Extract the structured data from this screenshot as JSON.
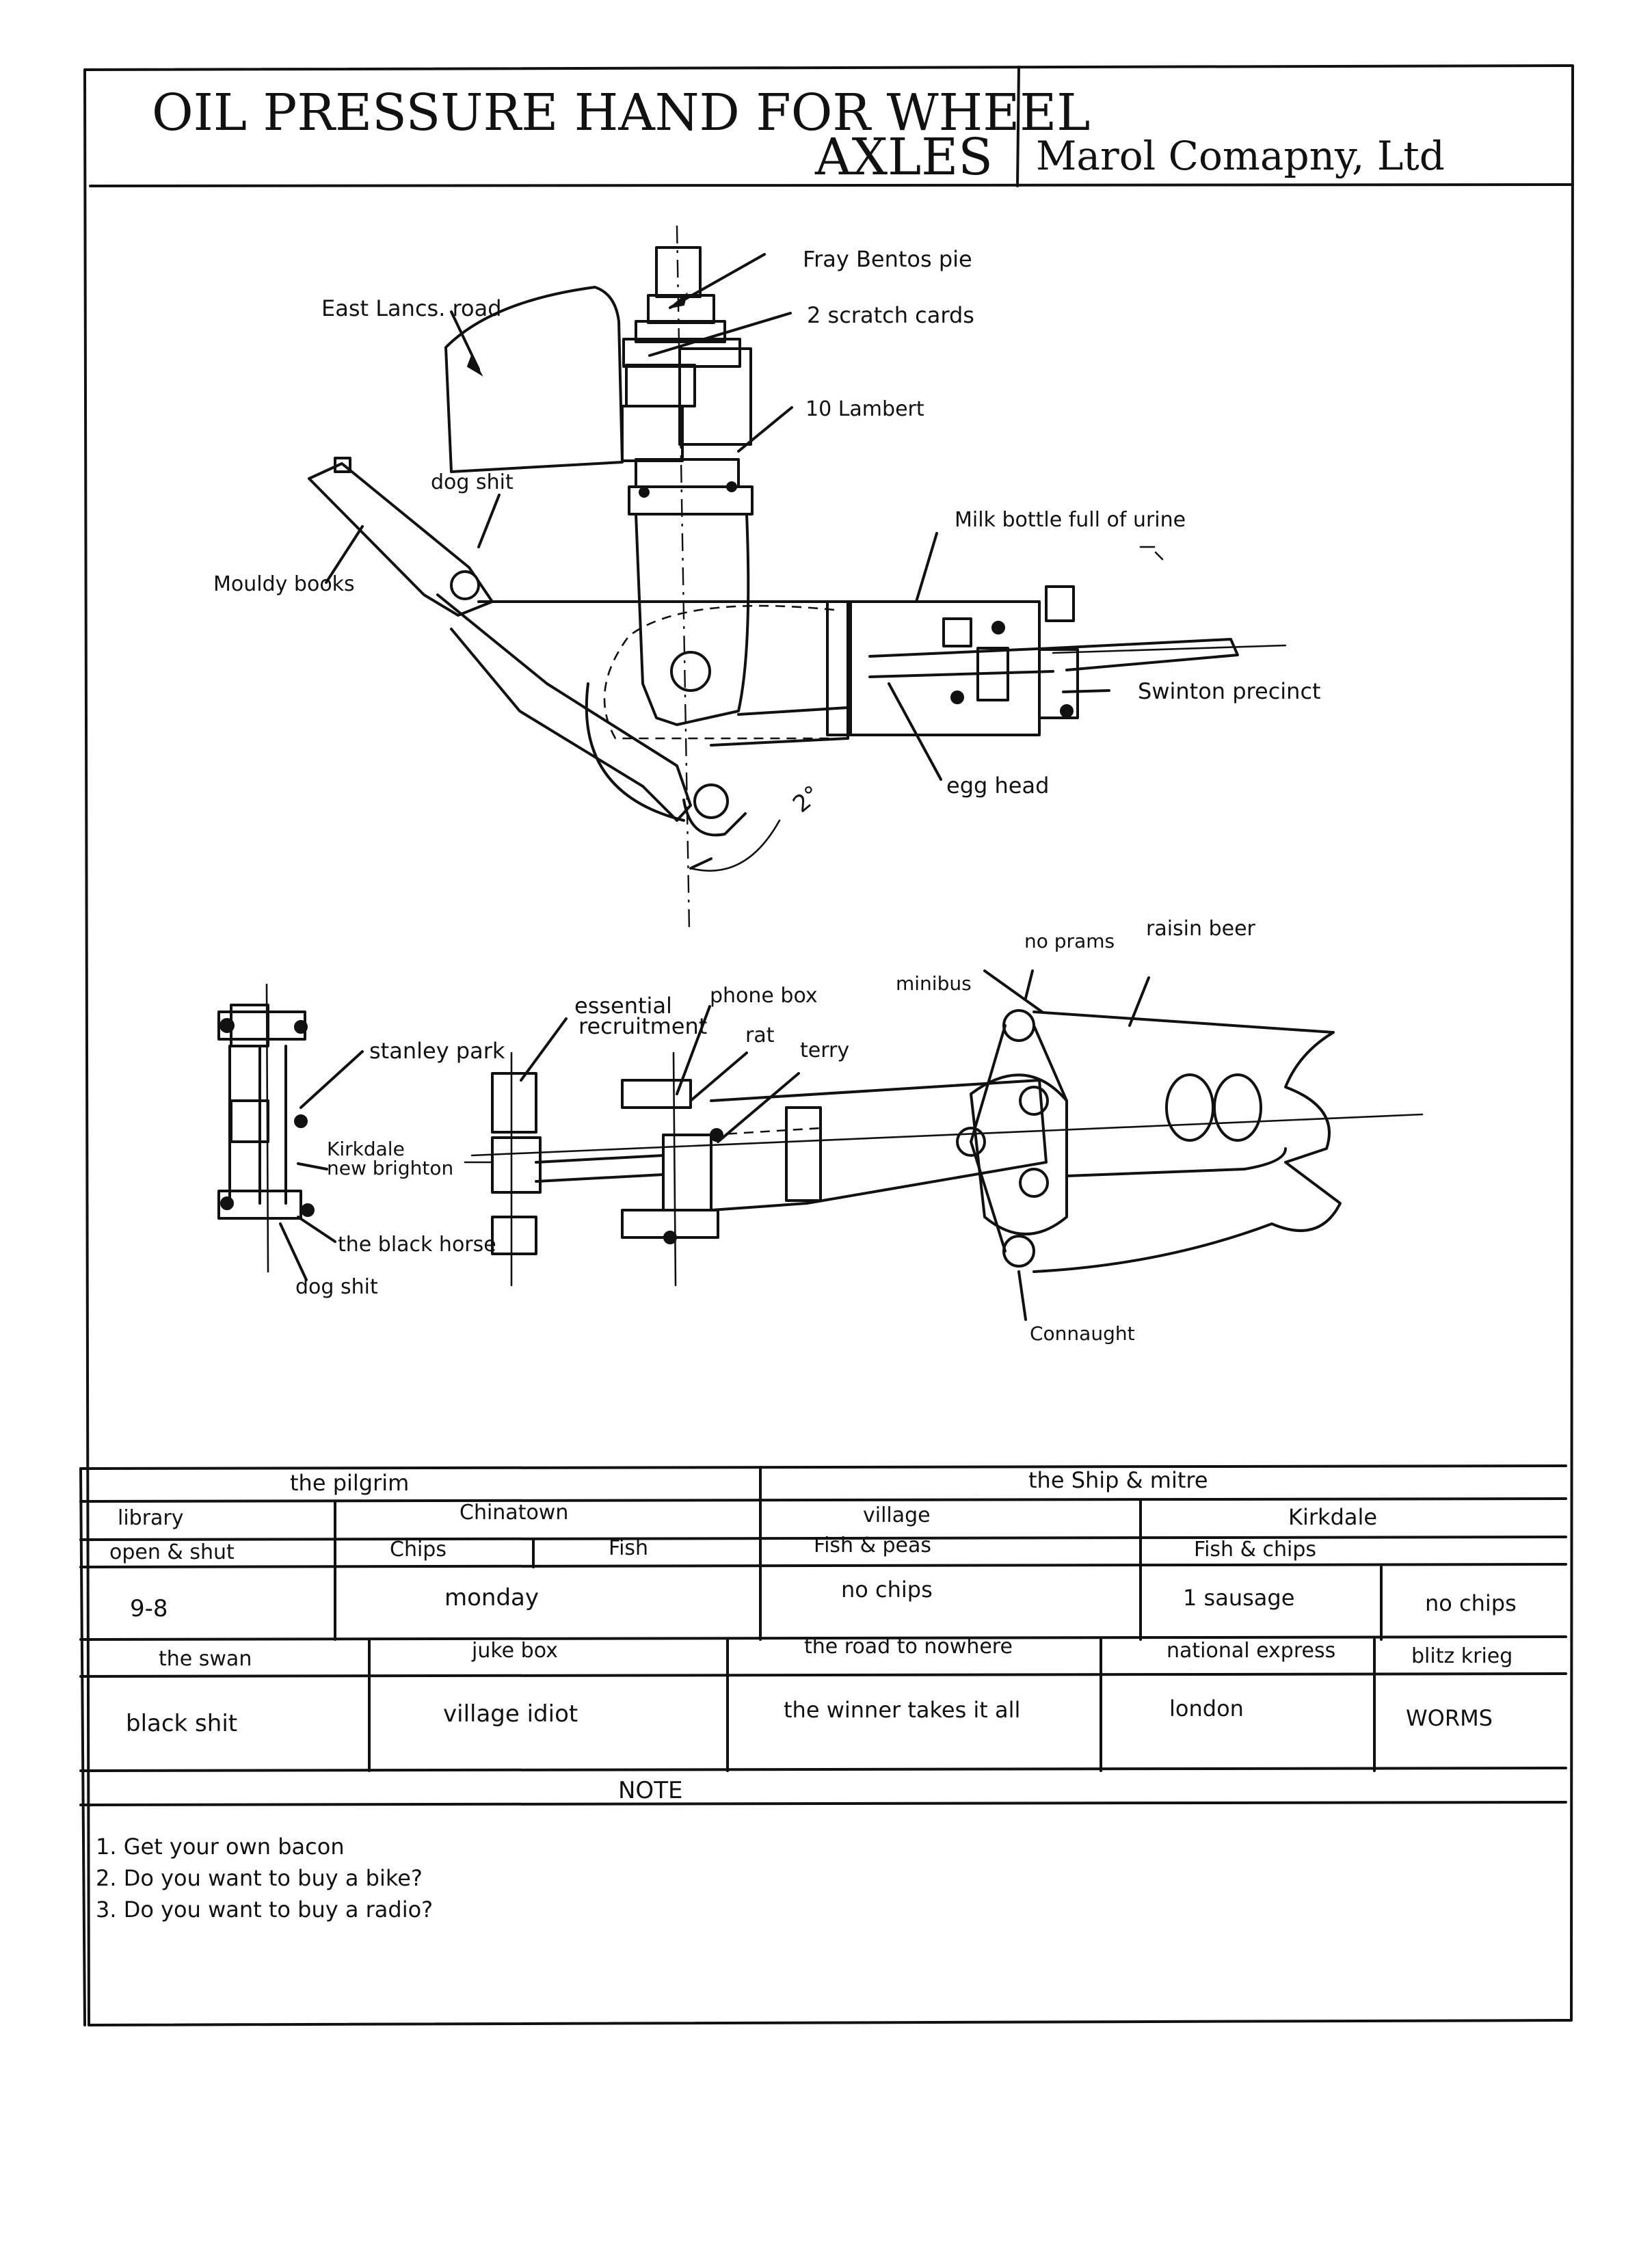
{
  "title": {
    "line1": "OIL  PRESSURE HAND  FOR  WHEEL",
    "line2": "AXLES",
    "company": "Marol Comapny, Ltd"
  },
  "labels": {
    "fray_bentos": "Fray Bentos pie",
    "scratch_cards": "2  scratch cards",
    "lambert": "10 Lambert",
    "east_lancs": "East Lancs. road",
    "dog_shit_top": "dog shit",
    "mouldy_books": "Mouldy books",
    "milk_bottle": "Milk bottle full of urine",
    "swinton": "Swinton precinct",
    "egg_head": "egg head",
    "angle": "2°",
    "no_prams": "no prams",
    "raisin_beer": "raisin beer",
    "minibus": "minibus",
    "essential": "essential",
    "recruitment": "recruitment",
    "phone_box": "phone box",
    "rat": "rat",
    "terry": "terry",
    "stanley_park": "stanley park",
    "kirkdale": "Kirkdale",
    "new_brighton": "new brighton",
    "black_horse": "the black horse",
    "dog_shit_bottom": "dog shit",
    "connaught": "Connaught"
  },
  "table": {
    "r1": [
      "the  pilgrim",
      "the  Ship & mitre"
    ],
    "r2": [
      "library",
      "Chinatown",
      "village",
      "Kirkdale"
    ],
    "r3": [
      "open & shut",
      "Chips",
      "Fish",
      "Fish & peas",
      "Fish & chips"
    ],
    "r4": [
      "9-8",
      "monday",
      "no chips",
      "1 sausage",
      "no chips"
    ],
    "r5": [
      "the  swan",
      "juke box",
      "the road  to  nowhere",
      "national  express",
      "blitz krieg"
    ],
    "r6": [
      "black shit",
      "village  idiot",
      "the  winner  takes  it all",
      "london",
      "WORMS"
    ]
  },
  "note": {
    "heading": "NOTE",
    "items": [
      "1.  Get  your  own  bacon",
      "2.  Do  you  want  to buy  a  bike?",
      "3.  Do  you  want  to buy  a  radio?"
    ]
  }
}
